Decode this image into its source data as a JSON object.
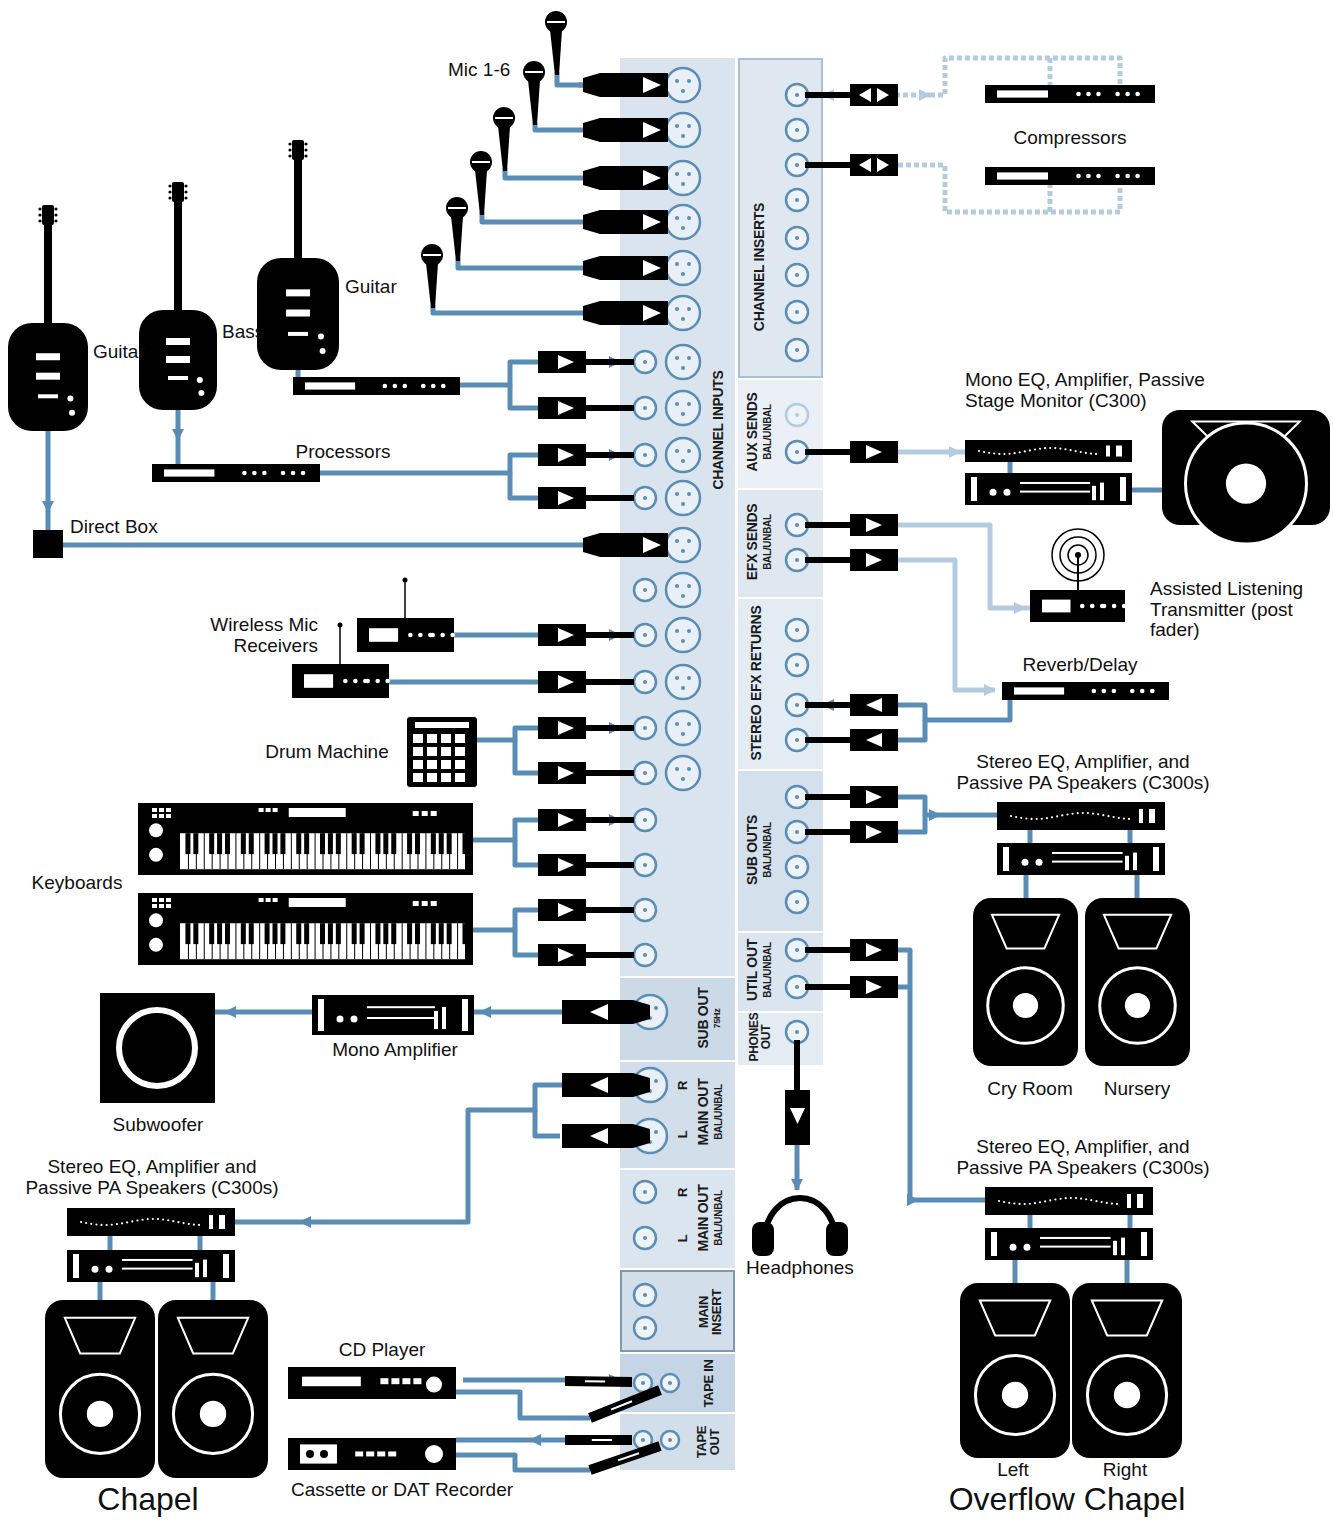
{
  "diagram": {
    "nodes": [
      {
        "text": [
          "CHANNEL INPUTS"
        ]
      },
      {
        "text": [
          "CHANNEL INSERTS"
        ]
      },
      {
        "text": [
          "AUX SENDS",
          "BAL/UNBAL"
        ]
      },
      {
        "text": [
          "EFX SENDS",
          "BAL/UNBAL"
        ]
      },
      {
        "text": [
          "STEREO EFX RETURNS"
        ]
      },
      {
        "text": [
          "SUB OUTS",
          "BAL/UNBAL"
        ]
      },
      {
        "text": [
          "UTIL OUT",
          "BAL/UNBAL"
        ]
      },
      {
        "text": [
          "PHONES OUT"
        ]
      },
      {
        "text": [
          "SUB OUT",
          "75Hz"
        ]
      },
      {
        "text": [
          "R",
          "L",
          "MAIN OUT",
          "BAL/UNBAL"
        ]
      },
      {
        "text": [
          "R",
          "L",
          "MAIN OUT",
          "BAL/UNBAL"
        ]
      },
      {
        "text": [
          "MAIN INSERT"
        ]
      },
      {
        "text": [
          "TAPE IN"
        ]
      },
      {
        "text": [
          "TAPE OUT"
        ]
      },
      {
        "text": [
          "Mic 1-6"
        ]
      },
      {
        "text": [
          "Guitar"
        ]
      },
      {
        "text": [
          "Bass"
        ]
      },
      {
        "text": [
          "Processors"
        ]
      },
      {
        "text": [
          "Guitar"
        ]
      },
      {
        "text": [
          "Direct Box"
        ]
      },
      {
        "text": [
          "Wireless Mic Receivers"
        ]
      },
      {
        "text": [
          "Drum Machine"
        ]
      },
      {
        "text": [
          "Keyboards"
        ]
      },
      {
        "text": [
          "Compressors"
        ]
      },
      {
        "text": [
          "Mono EQ, Amplifier, Passive Stage Monitor (C300)"
        ]
      },
      {
        "text": [
          "Assisted Listening Transmitter (post fader)"
        ]
      },
      {
        "text": [
          "Reverb/Delay"
        ]
      },
      {
        "text": [
          "Stereo EQ, Amplifier, and Passive PA Speakers (C300s)",
          "Cry Room",
          "Nursery"
        ]
      },
      {
        "text": [
          "Headphones"
        ]
      },
      {
        "text": [
          "Stereo EQ, Amplifier, and Passive PA Speakers (C300s)",
          "Left",
          "Right",
          "Overflow Chapel"
        ]
      },
      {
        "text": [
          "Stereo EQ, Amplifier and Passive PA Speakers (C300s)",
          "Chapel"
        ]
      },
      {
        "text": [
          "Mono Amplifier"
        ]
      },
      {
        "text": [
          "Subwoofer"
        ]
      },
      {
        "text": [
          "CD Player"
        ]
      },
      {
        "text": [
          "Cassette or DAT Recorder"
        ]
      }
    ],
    "edges": [
      {
        "from": 14,
        "to": 0,
        "arrow": "to"
      },
      {
        "from": 15,
        "to": 0,
        "arrow": "to"
      },
      {
        "from": 16,
        "to": 17,
        "arrow": "to"
      },
      {
        "from": 17,
        "to": 0,
        "arrow": "to"
      },
      {
        "from": 18,
        "to": 19,
        "arrow": "to"
      },
      {
        "from": 19,
        "to": 0,
        "arrow": "to"
      },
      {
        "from": 20,
        "to": 0,
        "arrow": "to"
      },
      {
        "from": 21,
        "to": 0,
        "arrow": "to"
      },
      {
        "from": 22,
        "to": 0,
        "arrow": "to"
      },
      {
        "from": 1,
        "to": 23,
        "arrow": "both"
      },
      {
        "from": 2,
        "to": 24,
        "arrow": "to"
      },
      {
        "from": 3,
        "to": 25,
        "arrow": "to"
      },
      {
        "from": 3,
        "to": 26,
        "arrow": "to"
      },
      {
        "from": 26,
        "to": 4,
        "arrow": "to"
      },
      {
        "from": 5,
        "to": 27,
        "arrow": "to"
      },
      {
        "from": 6,
        "to": 29,
        "arrow": "to"
      },
      {
        "from": 7,
        "to": 28,
        "arrow": "to"
      },
      {
        "from": 8,
        "to": 31,
        "arrow": "to"
      },
      {
        "from": 31,
        "to": 32,
        "arrow": "to"
      },
      {
        "from": 9,
        "to": 30,
        "arrow": "to"
      },
      {
        "from": 33,
        "to": 12,
        "arrow": "to"
      },
      {
        "from": 13,
        "to": 34,
        "arrow": "to"
      }
    ]
  }
}
